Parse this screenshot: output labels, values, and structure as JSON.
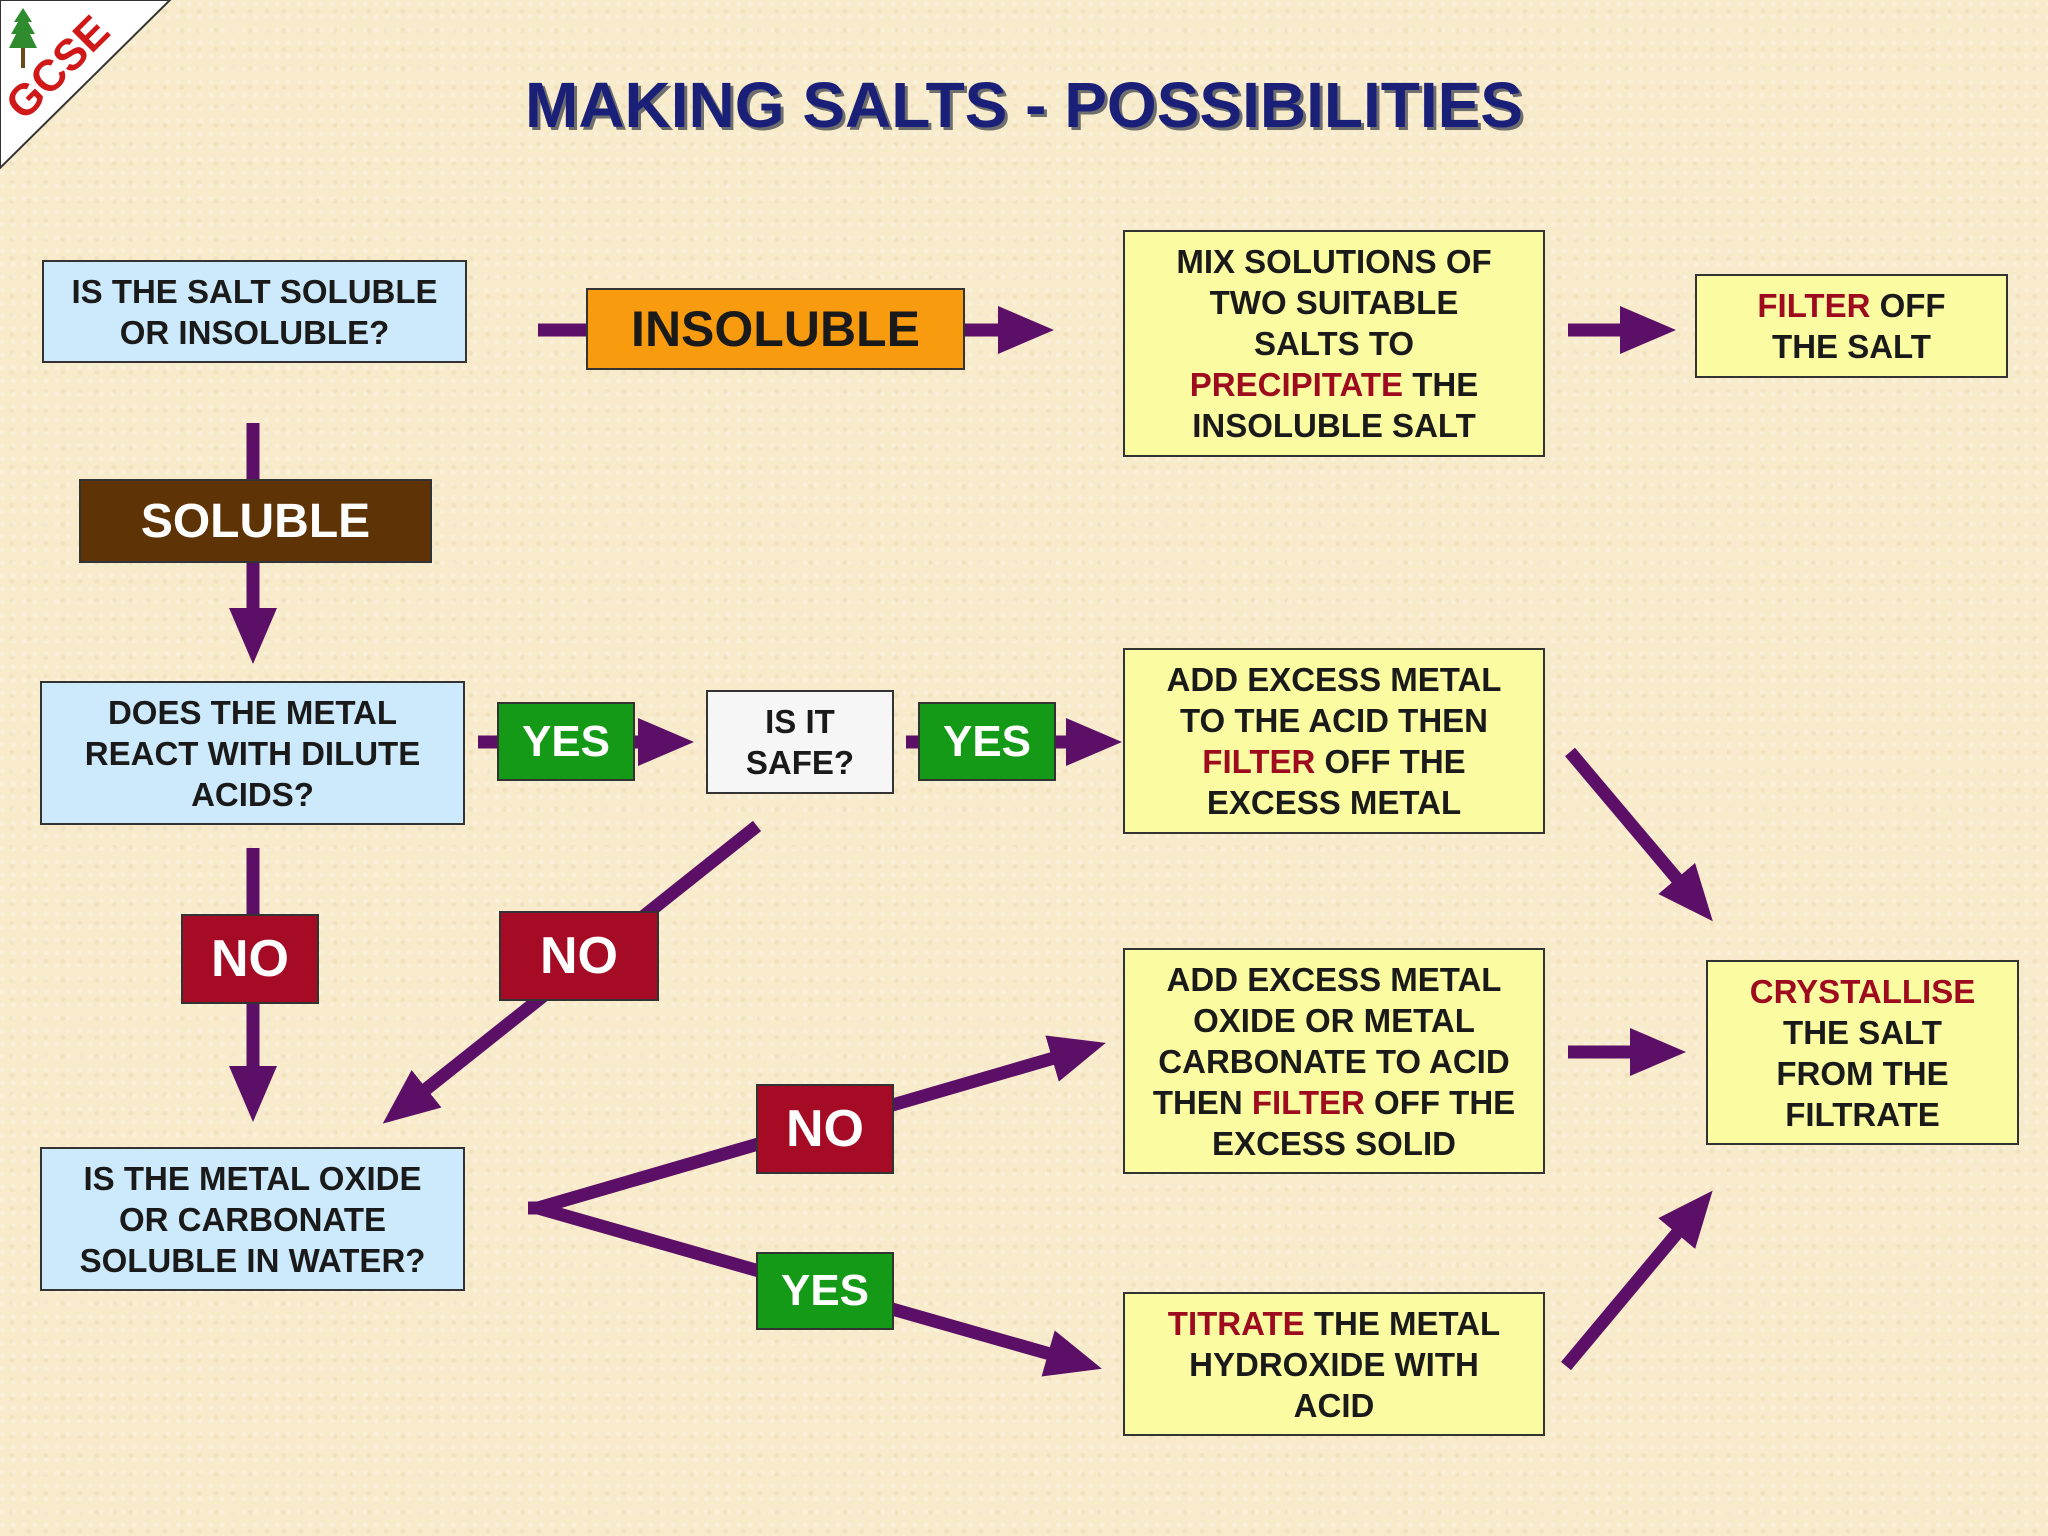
{
  "logo": {
    "text": "GCSE",
    "icon": "tree-icon"
  },
  "title": "MAKING SALTS - POSSIBILITIES",
  "colors": {
    "background": "#f8ebcb",
    "arrow": "#5c0f66",
    "question_box": "#cdeafc",
    "action_box": "#fbfba2",
    "insoluble": "#f99b0e",
    "soluble": "#5e3406",
    "yes": "#149a16",
    "no": "#a60b26",
    "highlight_text": "#9e0b1f",
    "title": "#1a1f78"
  },
  "questions": {
    "soluble": {
      "l1": "IS THE SALT SOLUBLE",
      "l2": "OR INSOLUBLE?"
    },
    "react": {
      "l1": "DOES THE METAL",
      "l2": "REACT WITH DILUTE",
      "l3": "ACIDS?"
    },
    "safe": {
      "l1": "IS IT",
      "l2": "SAFE?"
    },
    "oxide": {
      "l1": "IS THE METAL OXIDE",
      "l2": "OR CARBONATE",
      "l3": "SOLUBLE IN WATER?"
    }
  },
  "labels": {
    "insoluble": "INSOLUBLE",
    "soluble": "SOLUBLE",
    "yes_react": "YES",
    "yes_safe": "YES",
    "no_react": "NO",
    "no_safe": "NO",
    "no_oxide": "NO",
    "yes_oxide": "YES"
  },
  "actions": {
    "mix": {
      "l1": "MIX  SOLUTIONS OF",
      "l2": "TWO SUITABLE",
      "l3": "SALTS TO",
      "l4_hl": "PRECIPITATE",
      "l4_rest": " THE",
      "l5": "INSOLUBLE SALT"
    },
    "filter": {
      "l1_hl": "FILTER",
      "l1_rest": " OFF",
      "l2": "THE SALT"
    },
    "metal": {
      "l1": "ADD EXCESS METAL",
      "l2": "TO THE ACID THEN",
      "l3_hl": "FILTER",
      "l3_rest": " OFF THE",
      "l4": "EXCESS METAL"
    },
    "oxide": {
      "l1": "ADD EXCESS METAL",
      "l2": "OXIDE OR METAL",
      "l3": "CARBONATE TO ACID",
      "l4_pre": "THEN ",
      "l4_hl": "FILTER",
      "l4_rest": " OFF THE",
      "l5": "EXCESS SOLID"
    },
    "titrate": {
      "l1_hl": "TITRATE",
      "l1_rest": " THE METAL",
      "l2": "HYDROXIDE WITH",
      "l3": "ACID"
    },
    "crystallise": {
      "l1_hl": "CRYSTALLISE",
      "l2": "THE SALT",
      "l3": "FROM THE",
      "l4": "FILTRATE"
    }
  }
}
